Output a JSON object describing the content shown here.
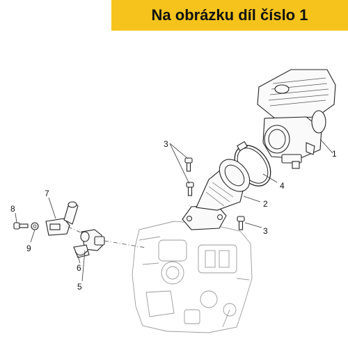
{
  "banner": {
    "text": "Na obrázku díl číslo 1",
    "color": "#f6c31c"
  },
  "callouts": [
    "1",
    "2",
    "3",
    "3",
    "4",
    "5",
    "6",
    "7",
    "8",
    "9"
  ]
}
